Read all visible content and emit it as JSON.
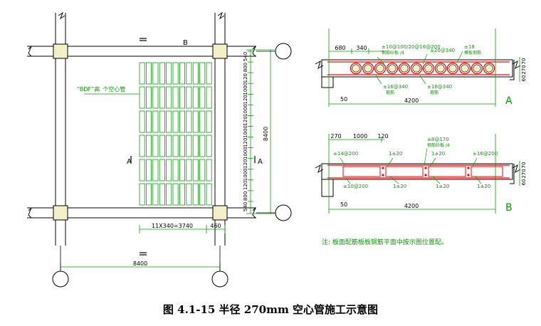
{
  "caption": "图 4.1-15 半径 270mm 空心管施工示意图",
  "plan": {
    "section_mark_a": "A",
    "section_mark_b": "B",
    "tube_label": "“BDF”高 个空心管",
    "right_dims": [
      "540",
      "800",
      "120",
      "1000",
      "120",
      "1000",
      "120",
      "1000",
      "120",
      "1000",
      "120",
      "1000",
      "120",
      "800",
      "540"
    ],
    "total_vertical": "8400",
    "bottom_span": "11X340=3740",
    "bottom_edge": "460",
    "bottom_total": "8400"
  },
  "section_a": {
    "label": "A",
    "dim_680": "680",
    "dim_340": "340",
    "note_top_1": "±10@100/20@16@200",
    "note_top_2": "±20@340",
    "note_top_3": "±18",
    "note_top_4": "钢筋砼板 /4",
    "note_top_5": "模板钢筋",
    "note_bot_1": "±16@340",
    "note_bot_2": "±16@340",
    "note_bot_3": "箍筋",
    "note_bot_4": "箍筋",
    "dim_50": "50",
    "dim_4200": "4200",
    "right_1": "70",
    "right_2": "270",
    "right_3": "60"
  },
  "section_b": {
    "label": "B",
    "dim_270": "270",
    "dim_1000": "1000",
    "dim_120": "120",
    "note_top_1": "±8@170",
    "note_top_2": "钢筋砼板 /4",
    "note_top_3": "±14@200",
    "note_top_4": "1±20",
    "note_top_5": "1±20",
    "note_top_6": "±16@200",
    "note_bot_1": "±10@200",
    "note_bot_2": "1±20",
    "note_bot_3": "1±20",
    "note_bot_4": "1±20",
    "dim_50": "50",
    "dim_4200": "4200",
    "right_1": "70",
    "right_2": "270",
    "right_3": "60"
  },
  "note": "注: 板面配筋板板钢筋平面中按示图位置配。",
  "colors": {
    "line": "#000000",
    "green": "#00a000",
    "red": "#ff0000",
    "column": "#f3efc8"
  }
}
